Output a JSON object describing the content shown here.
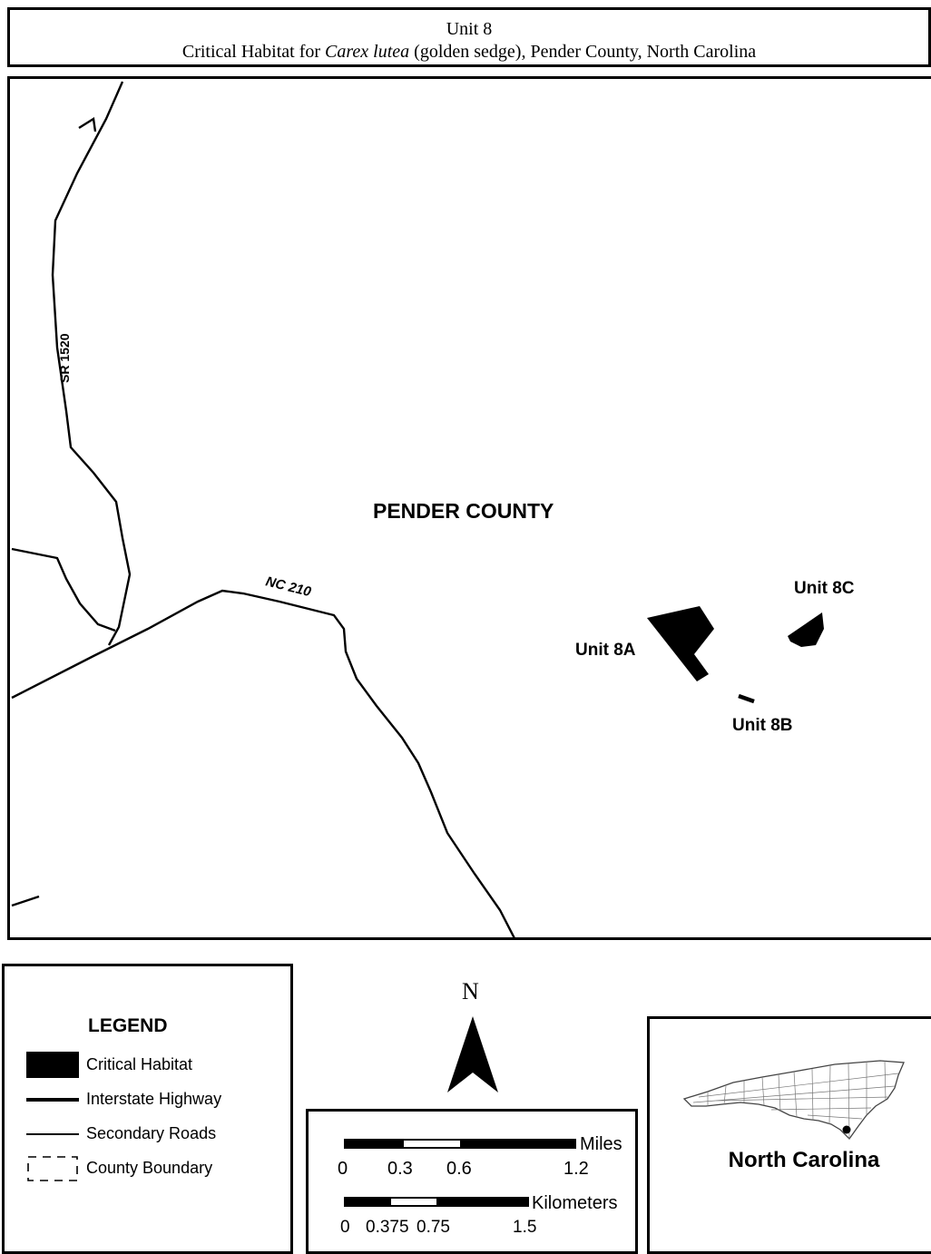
{
  "title": {
    "line1": "Unit 8",
    "line2_prefix": "Critical Habitat for ",
    "line2_species": "Carex lutea",
    "line2_suffix": " (golden sedge), Pender County, North Carolina"
  },
  "map": {
    "county_label": "PENDER COUNTY",
    "roads": [
      {
        "name": "SR 1520"
      },
      {
        "name": "NC 210"
      }
    ],
    "units": [
      {
        "name": "Unit 8A"
      },
      {
        "name": "Unit 8B"
      },
      {
        "name": "Unit 8C"
      }
    ],
    "colors": {
      "habitat": "#000000",
      "road": "#000000",
      "background": "#ffffff"
    }
  },
  "legend": {
    "title": "LEGEND",
    "items": [
      {
        "label": "Critical Habitat",
        "symbol": "filled-rectangle"
      },
      {
        "label": "Interstate Highway",
        "symbol": "thick-line"
      },
      {
        "label": "Secondary Roads",
        "symbol": "thin-line"
      },
      {
        "label": "County Boundary",
        "symbol": "dashed-rectangle"
      }
    ]
  },
  "north_arrow": {
    "label": "N"
  },
  "scale_bars": {
    "miles": {
      "unit": "Miles",
      "ticks": [
        "0",
        "0.3",
        "0.6",
        "1.2"
      ]
    },
    "kilometers": {
      "unit": "Kilometers",
      "ticks": [
        "0",
        "0.375",
        "0.75",
        "1.5"
      ]
    }
  },
  "locator": {
    "label": "North Carolina",
    "icon": "north-carolina-county-outline-map"
  }
}
